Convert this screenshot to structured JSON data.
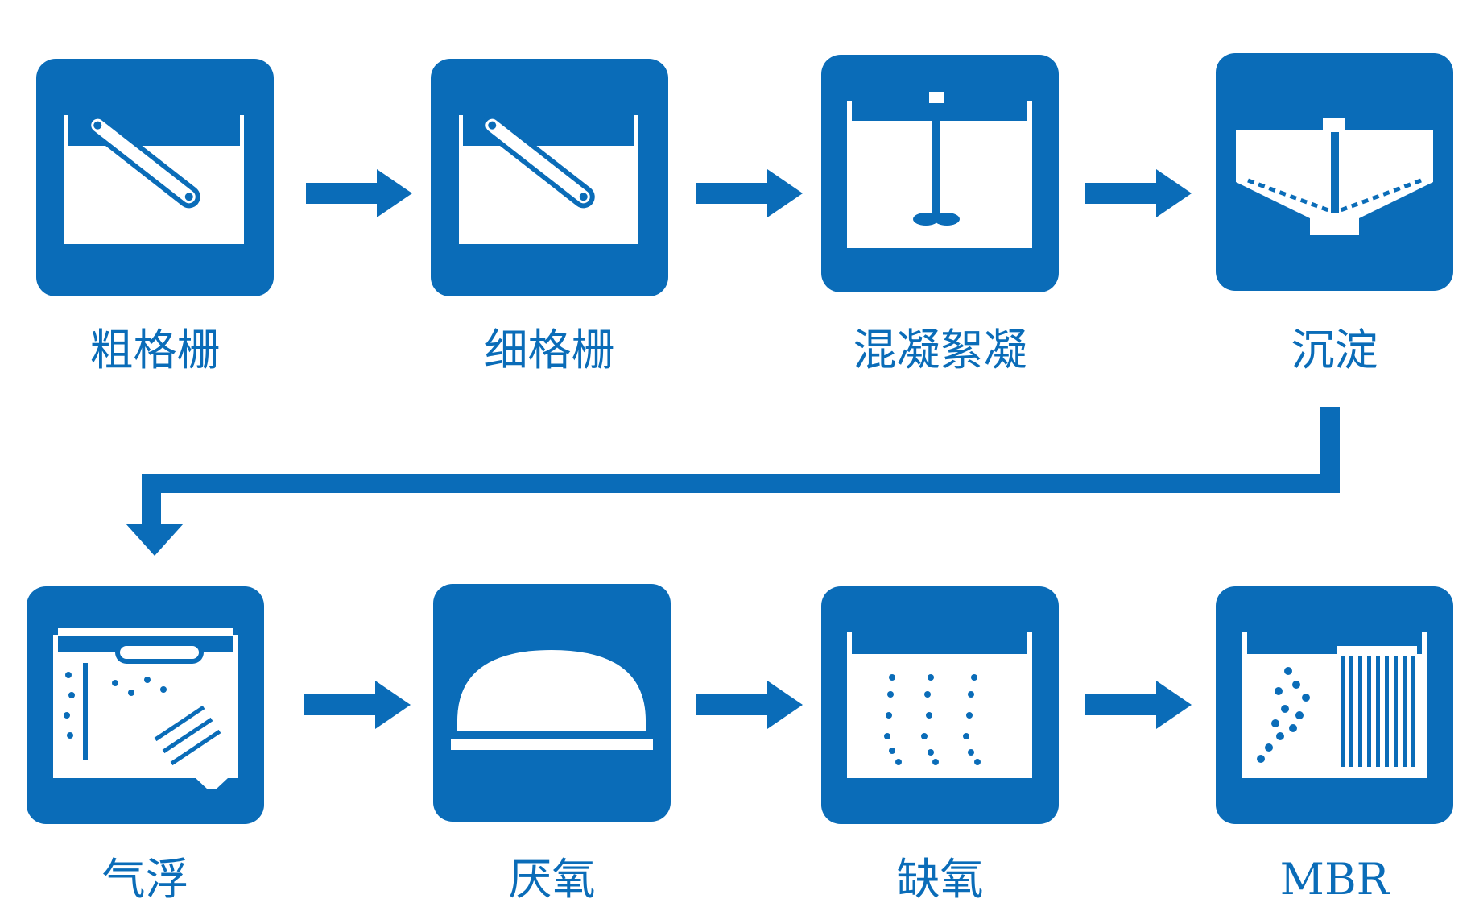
{
  "diagram": {
    "colors": {
      "primary": "#0a6cb8",
      "background": "#ffffff"
    },
    "steps": [
      {
        "label": "粗格栅",
        "icon": "coarse-screen-icon"
      },
      {
        "label": "细格栅",
        "icon": "fine-screen-icon"
      },
      {
        "label": "混凝絮凝",
        "icon": "coagulation-flocculation-icon"
      },
      {
        "label": "沉淀",
        "icon": "sedimentation-icon"
      },
      {
        "label": "气浮",
        "icon": "air-flotation-icon"
      },
      {
        "label": "厌氧",
        "icon": "anaerobic-icon"
      },
      {
        "label": "缺氧",
        "icon": "anoxic-icon"
      },
      {
        "label": "MBR",
        "icon": "mbr-icon"
      }
    ]
  }
}
